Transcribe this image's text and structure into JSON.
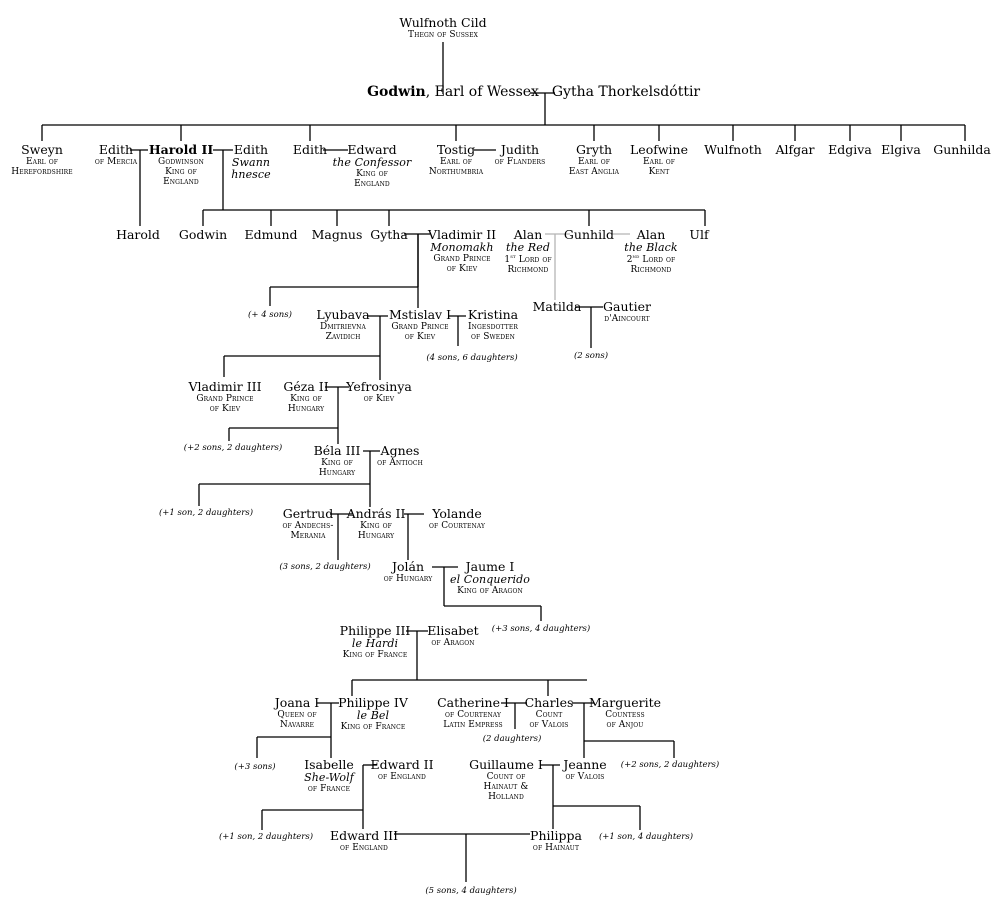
{
  "people": [
    {
      "key": "wulfnoth_cild",
      "name": "Wulfnoth Cild",
      "lines": [
        "Thegn of Sussex"
      ]
    },
    {
      "key": "godwin",
      "name_bold": "Godwin",
      "name_rest": ", Earl of Wessex",
      "lines": []
    },
    {
      "key": "gytha_t",
      "name": "Gytha Thorkelsdóttir",
      "lines": []
    },
    {
      "key": "sweyn",
      "name": "Sweyn",
      "lines": [
        "Earl of",
        "Herefordshire"
      ]
    },
    {
      "key": "edith_mercia",
      "name": "Edith",
      "lines": [
        "of Mercia"
      ]
    },
    {
      "key": "harold_ii",
      "name_bold": "Harold II",
      "lines": [
        "Godwinson",
        "King of",
        "England"
      ]
    },
    {
      "key": "edith_swann",
      "name": "Edith",
      "italic_lines": [
        "Swann",
        "hnesce"
      ]
    },
    {
      "key": "edith",
      "name": "Edith",
      "lines": []
    },
    {
      "key": "edward_confessor",
      "name": "Edward",
      "italic_lines": [
        "the Confessor"
      ],
      "lines": [
        "King of",
        "England"
      ]
    },
    {
      "key": "tostig",
      "name": "Tostig",
      "lines": [
        "Earl of",
        "Northumbria"
      ]
    },
    {
      "key": "judith",
      "name": "Judith",
      "lines": [
        "of Flanders"
      ]
    },
    {
      "key": "gryth",
      "name": "Gryth",
      "lines": [
        "Earl of",
        "East Anglia"
      ]
    },
    {
      "key": "leofwine",
      "name": "Leofwine",
      "lines": [
        "Earl of",
        "Kent"
      ]
    },
    {
      "key": "wulfnoth",
      "name": "Wulfnoth",
      "lines": []
    },
    {
      "key": "alfgar",
      "name": "Alfgar",
      "lines": []
    },
    {
      "key": "edgiva",
      "name": "Edgiva",
      "lines": []
    },
    {
      "key": "elgiva",
      "name": "Elgiva",
      "lines": []
    },
    {
      "key": "gunhilda",
      "name": "Gunhilda",
      "lines": []
    },
    {
      "key": "harold",
      "name": "Harold",
      "lines": []
    },
    {
      "key": "godwin_s",
      "name": "Godwin",
      "lines": []
    },
    {
      "key": "edmund",
      "name": "Edmund",
      "lines": []
    },
    {
      "key": "magnus",
      "name": "Magnus",
      "lines": []
    },
    {
      "key": "gytha",
      "name": "Gytha",
      "lines": []
    },
    {
      "key": "vladimir_ii",
      "name": "Vladimir II",
      "italic_lines": [
        "Monomakh"
      ],
      "lines": [
        "Grand Prince",
        "of Kiev"
      ]
    },
    {
      "key": "alan_red",
      "name": "Alan",
      "italic_lines": [
        "the Red"
      ],
      "lines": [
        "1st Lord of",
        "Richmond"
      ]
    },
    {
      "key": "gunhild",
      "name": "Gunhild",
      "lines": []
    },
    {
      "key": "alan_black",
      "name": "Alan",
      "italic_lines": [
        "the Black"
      ],
      "lines": [
        "2nd Lord of",
        "Richmond"
      ]
    },
    {
      "key": "ulf",
      "name": "Ulf",
      "lines": []
    },
    {
      "key": "lyubava",
      "name": "Lyubava",
      "lines": [
        "Dmitrievna",
        "Zavidich"
      ]
    },
    {
      "key": "mstislav",
      "name": "Mstislav I",
      "lines": [
        "Grand Prince",
        "of Kiev"
      ]
    },
    {
      "key": "kristina",
      "name": "Kristina",
      "lines": [
        "Ingesdotter",
        "of Sweden"
      ]
    },
    {
      "key": "matilda",
      "name": "Matilda",
      "lines": []
    },
    {
      "key": "gautier",
      "name": "Gautier",
      "lines": [
        "d'Aincourt"
      ]
    },
    {
      "key": "vladimir_iii",
      "name": "Vladimir III",
      "lines": [
        "Grand Prince",
        "of Kiev"
      ]
    },
    {
      "key": "geza",
      "name": "Géza II",
      "lines": [
        "King of",
        "Hungary"
      ]
    },
    {
      "key": "yefrosinya",
      "name": "Yefrosinya",
      "lines": [
        "of Kiev"
      ]
    },
    {
      "key": "bela",
      "name": "Béla III",
      "lines": [
        "King of",
        "Hungary"
      ]
    },
    {
      "key": "agnes",
      "name": "Agnes",
      "lines": [
        "of Antioch"
      ]
    },
    {
      "key": "gertrud",
      "name": "Gertrud",
      "lines": [
        "of Andechs-",
        "Merania"
      ]
    },
    {
      "key": "andras",
      "name": "András II",
      "lines": [
        "King of",
        "Hungary"
      ]
    },
    {
      "key": "yolande",
      "name": "Yolande",
      "lines": [
        "of Courtenay"
      ]
    },
    {
      "key": "jolan",
      "name": "Jolán",
      "lines": [
        "of Hungary"
      ]
    },
    {
      "key": "jaume",
      "name": "Jaume I",
      "italic_lines": [
        "el Conquerido"
      ],
      "lines": [
        "King of Aragon"
      ]
    },
    {
      "key": "philippe_iii",
      "name": "Philippe III",
      "italic_lines": [
        "le Hardi"
      ],
      "lines": [
        "King of France"
      ]
    },
    {
      "key": "elisabet",
      "name": "Elisabet",
      "lines": [
        "of Aragon"
      ]
    },
    {
      "key": "joana",
      "name": "Joana I",
      "lines": [
        "Queen of",
        "Navarre"
      ]
    },
    {
      "key": "philippe_iv",
      "name": "Philippe IV",
      "italic_lines": [
        "le Bel"
      ],
      "lines": [
        "King of France"
      ]
    },
    {
      "key": "catherine",
      "name": "Catherine I",
      "lines": [
        "of Courtenay",
        "Latin Empress"
      ]
    },
    {
      "key": "charles",
      "name": "Charles",
      "lines": [
        "Count",
        "of Valois"
      ]
    },
    {
      "key": "marguerite",
      "name": "Marguerite",
      "lines": [
        "Countess",
        "of Anjou"
      ]
    },
    {
      "key": "isabelle",
      "name": "Isabelle",
      "italic_lines": [
        "She-Wolf"
      ],
      "lines": [
        "of France"
      ]
    },
    {
      "key": "edward_ii",
      "name": "Edward II",
      "lines": [
        "of England"
      ]
    },
    {
      "key": "guillaume",
      "name": "Guillaume I",
      "lines": [
        "Count of",
        "Hainaut &",
        "Holland"
      ]
    },
    {
      "key": "jeanne",
      "name": "Jeanne",
      "lines": [
        "of Valois"
      ]
    },
    {
      "key": "edward_iii",
      "name": "Edward III",
      "lines": [
        "of England"
      ]
    },
    {
      "key": "philippa",
      "name": "Philippa",
      "lines": [
        "of Hainaut"
      ]
    }
  ],
  "notes": [
    {
      "key": "n_vladimir",
      "text": "(+ 4 sons)"
    },
    {
      "key": "n_kristina",
      "text": "(4 sons, 6 daughters)"
    },
    {
      "key": "n_matilda",
      "text": "(2 sons)"
    },
    {
      "key": "n_geza",
      "text": "(+2 sons, 2 daughters)"
    },
    {
      "key": "n_bela",
      "text": "(+1 son, 2 daughters)"
    },
    {
      "key": "n_gertrud",
      "text": "(3 sons, 2 daughters)"
    },
    {
      "key": "n_jaume",
      "text": "(+3 sons, 4 daughters)"
    },
    {
      "key": "n_catherine",
      "text": "(2 daughters)"
    },
    {
      "key": "n_marguerite",
      "text": "(+2 sons, 2 daughters)"
    },
    {
      "key": "n_joana",
      "text": "(+3 sons)"
    },
    {
      "key": "n_isabelle",
      "text": "(+1 son, 2 daughters)"
    },
    {
      "key": "n_guillaume",
      "text": "(+1 son, 4 daughters)"
    },
    {
      "key": "n_edward_iii",
      "text": "(5 sons, 4 daughters)"
    }
  ]
}
